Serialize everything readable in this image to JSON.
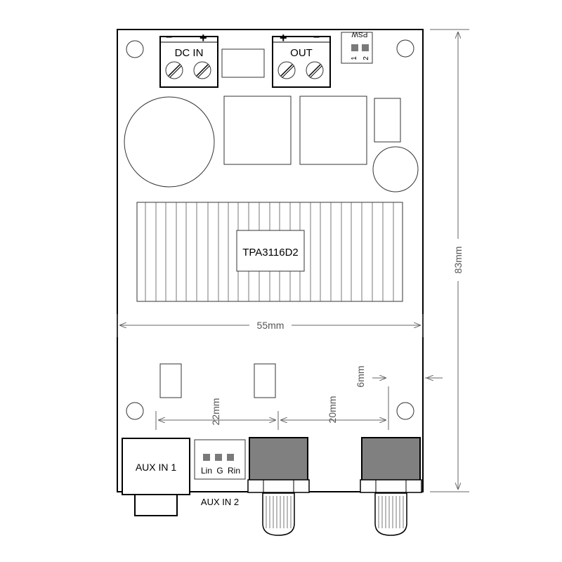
{
  "terminals": {
    "dc_in": {
      "label": "DC IN",
      "minus": "−",
      "plus": "+"
    },
    "out": {
      "label": "OUT",
      "minus": "−",
      "plus": "+"
    }
  },
  "psw": {
    "label": "PSW",
    "pin1": "1",
    "pin2": "2"
  },
  "chip": {
    "label": "TPA3116D2"
  },
  "dimensions": {
    "width": "55mm",
    "height": "83mm",
    "pot_spacing": "20mm",
    "jack_to_pot": "22mm",
    "pot_offset": "6mm"
  },
  "aux": {
    "in1": "AUX IN 1",
    "in2": "AUX IN 2",
    "pins": [
      "Lin",
      "G",
      "Rin"
    ]
  },
  "colors": {
    "pot_body": "#808080",
    "pin": "#7a7a7a"
  }
}
